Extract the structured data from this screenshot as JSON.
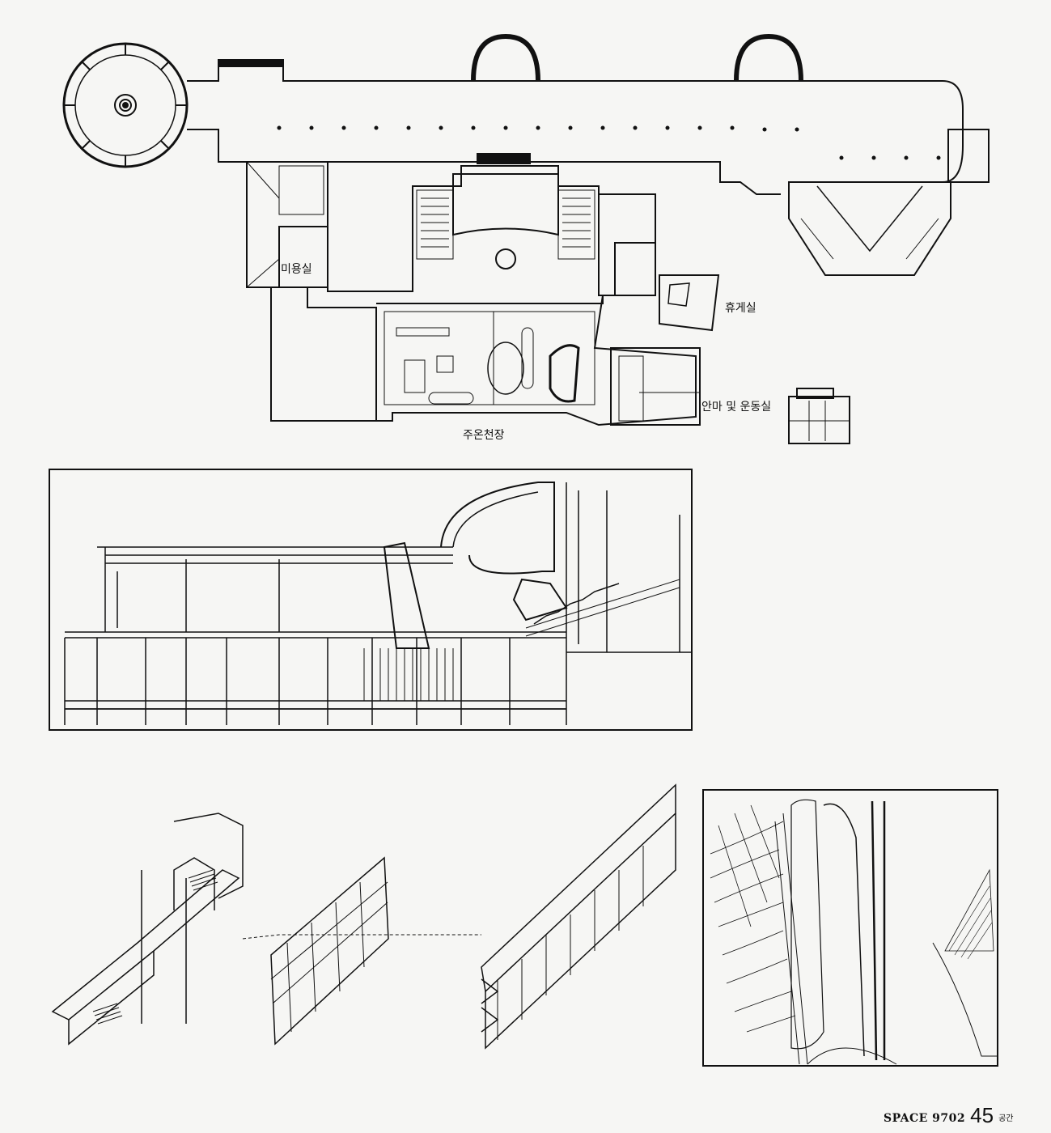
{
  "page": {
    "background": "#f6f6f4",
    "ink": "#111111"
  },
  "plan": {
    "labels": {
      "beauty_room": "미용실",
      "rest_room": "휴게실",
      "massage_room": "안마 및 운동실",
      "main_spa": "주온천장"
    }
  },
  "folio": {
    "magazine": "SPACE 9702",
    "page_number": "45",
    "logo_text": "공간"
  }
}
